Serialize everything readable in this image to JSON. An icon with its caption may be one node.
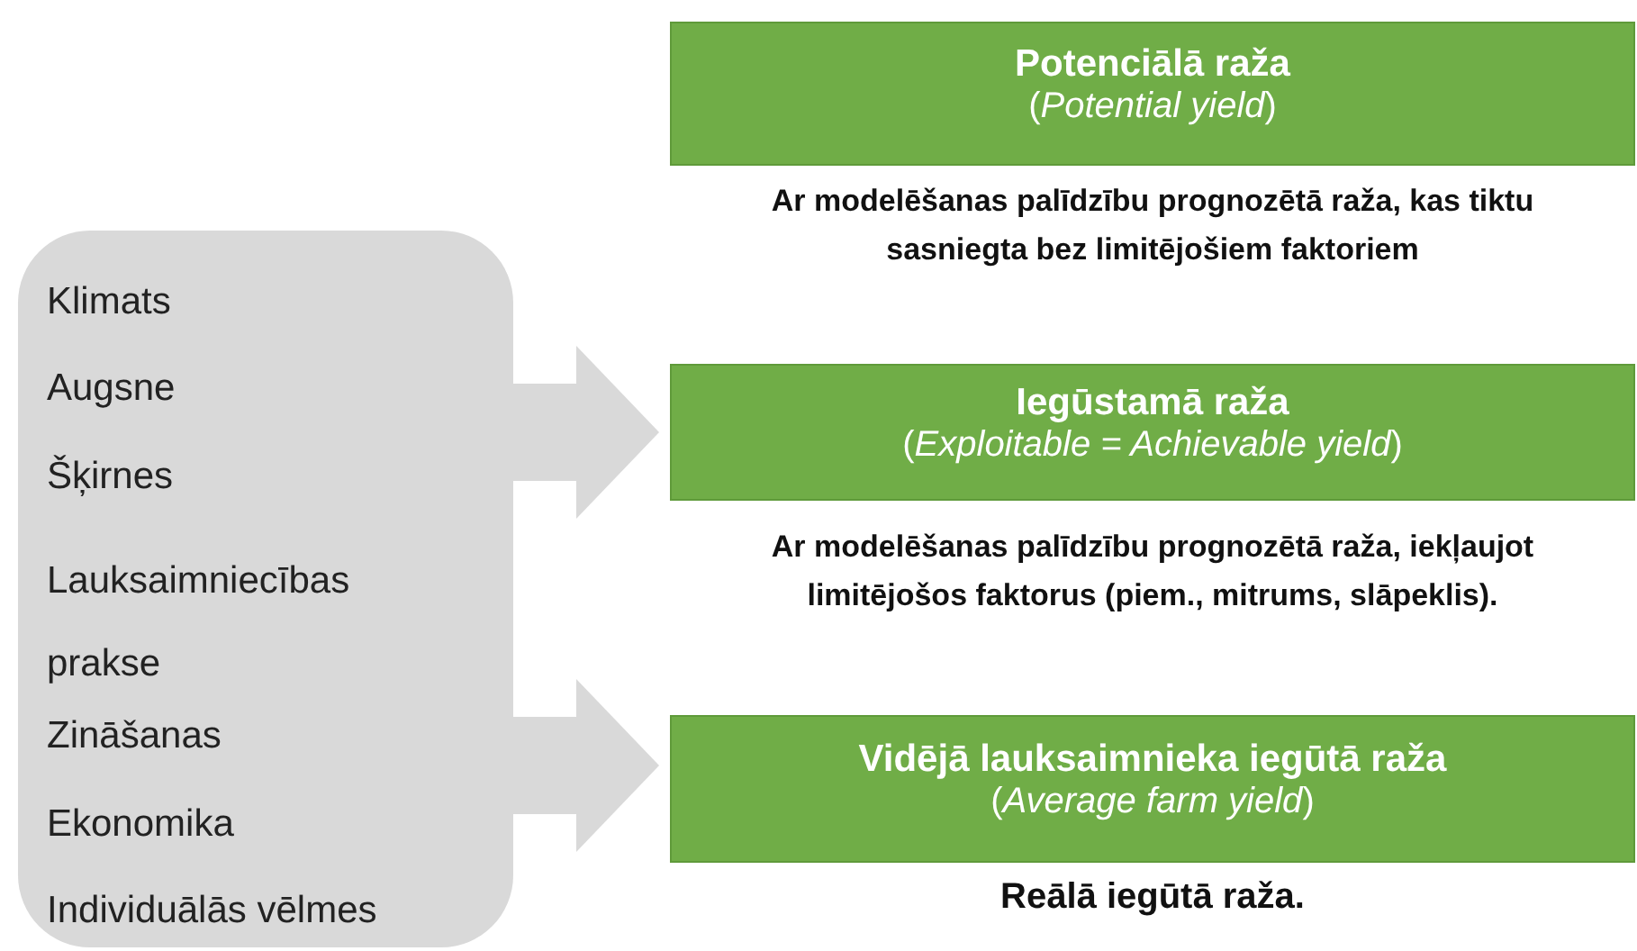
{
  "diagram": {
    "nodes": [
      {
        "text": [
          "Klimats",
          "Augsne",
          "Šķirnes",
          "Lauksaimniecības prakse",
          "Zināšanas",
          "Ekonomika",
          "Individuālās vēlmes"
        ]
      },
      {
        "text": [
          "Potenciālā raža",
          "(*Potential yield*)"
        ],
        "beside": [
          "Ar modelēšanas palīdzību prognozētā raža, kas tiktu sasniegta bez limitējošiem faktoriem"
        ]
      },
      {
        "text": [
          "Iegūstamā raža",
          "(*Exploitable = Achievable yield*)"
        ],
        "beside": [
          "Ar modelēšanas palīdzību prognozētā raža, iekļaujot limitējošos faktorus (piem., mitrums, slāpeklis)."
        ]
      },
      {
        "text": [
          "Vidējā lauksaimnieka iegūtā raža",
          "(*Average farm yield*)"
        ],
        "beside": [
          "Reālā iegūtā raža."
        ]
      }
    ],
    "edges": [
      {
        "from": 0,
        "to": 2,
        "arrow": "to"
      },
      {
        "from": 0,
        "to": 3,
        "arrow": "to"
      }
    ]
  }
}
